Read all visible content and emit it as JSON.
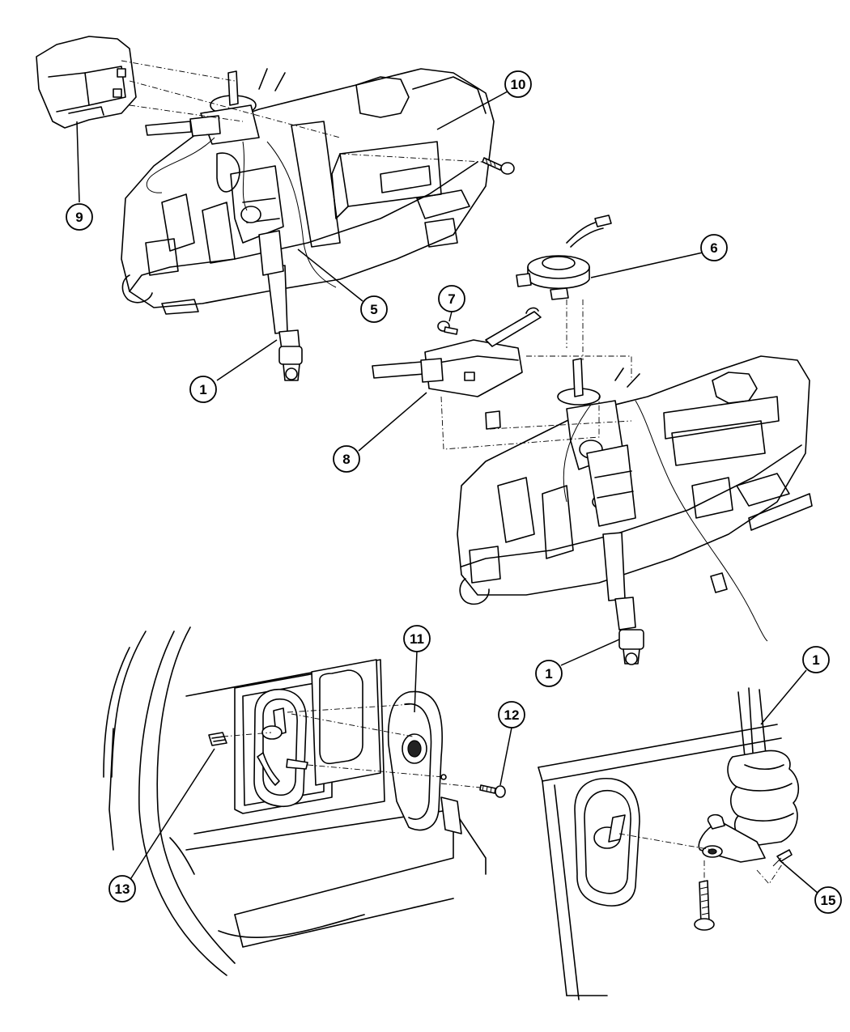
{
  "callouts": [
    {
      "id": "c1a",
      "label": "1"
    },
    {
      "id": "c1b",
      "label": "1"
    },
    {
      "id": "c1c",
      "label": "1"
    },
    {
      "id": "c5",
      "label": "5"
    },
    {
      "id": "c6",
      "label": "6"
    },
    {
      "id": "c7",
      "label": "7"
    },
    {
      "id": "c8",
      "label": "8"
    },
    {
      "id": "c9",
      "label": "9"
    },
    {
      "id": "c10",
      "label": "10"
    },
    {
      "id": "c11",
      "label": "11"
    },
    {
      "id": "c12",
      "label": "12"
    },
    {
      "id": "c13",
      "label": "13"
    },
    {
      "id": "c15",
      "label": "15"
    }
  ]
}
